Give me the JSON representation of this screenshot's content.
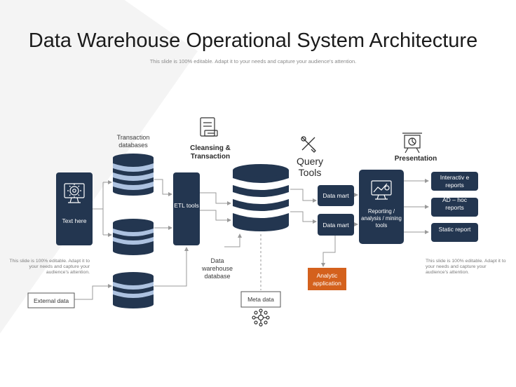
{
  "title": "Data Warehouse Operational System Architecture",
  "subtitle": "This slide is 100% editable. Adapt it to your needs and capture your audience's attention.",
  "colors": {
    "navy": "#233650",
    "db_light": "#adc2e0",
    "orange": "#d4611d",
    "line": "#9a9a9a"
  },
  "nodes": {
    "text_here": "Text here",
    "transaction_databases": "Transaction databases",
    "cleansing": "Cleansing & Transaction",
    "etl_tools": "ETL tools",
    "query_tools": "Query Tools",
    "data_mart_1": "Data mart",
    "data_mart_2": "Data mart",
    "presentation": "Presentation",
    "reporting": "Reporting / analysis / mining tools",
    "interactive_reports": "Interactiv e reports",
    "adhoc_reports": "AD – hoc reports",
    "static_report": "Static report",
    "analytic_application": "Analytic application",
    "data_warehouse_database": "Data warehouse database",
    "meta_data": "Meta data",
    "external_data": "External data"
  },
  "notes": {
    "left": "This slide is 100% editable. Adapt it to your needs and capture your audience's attention.",
    "right": "This slide is 100% editable. Adapt it to your needs and capture your audience's attention."
  },
  "icons": [
    "gear-monitor-icon",
    "document-stack-icon",
    "wrench-screwdriver-icon",
    "presentation-board-icon",
    "chart-monitor-icon",
    "network-hub-icon"
  ]
}
